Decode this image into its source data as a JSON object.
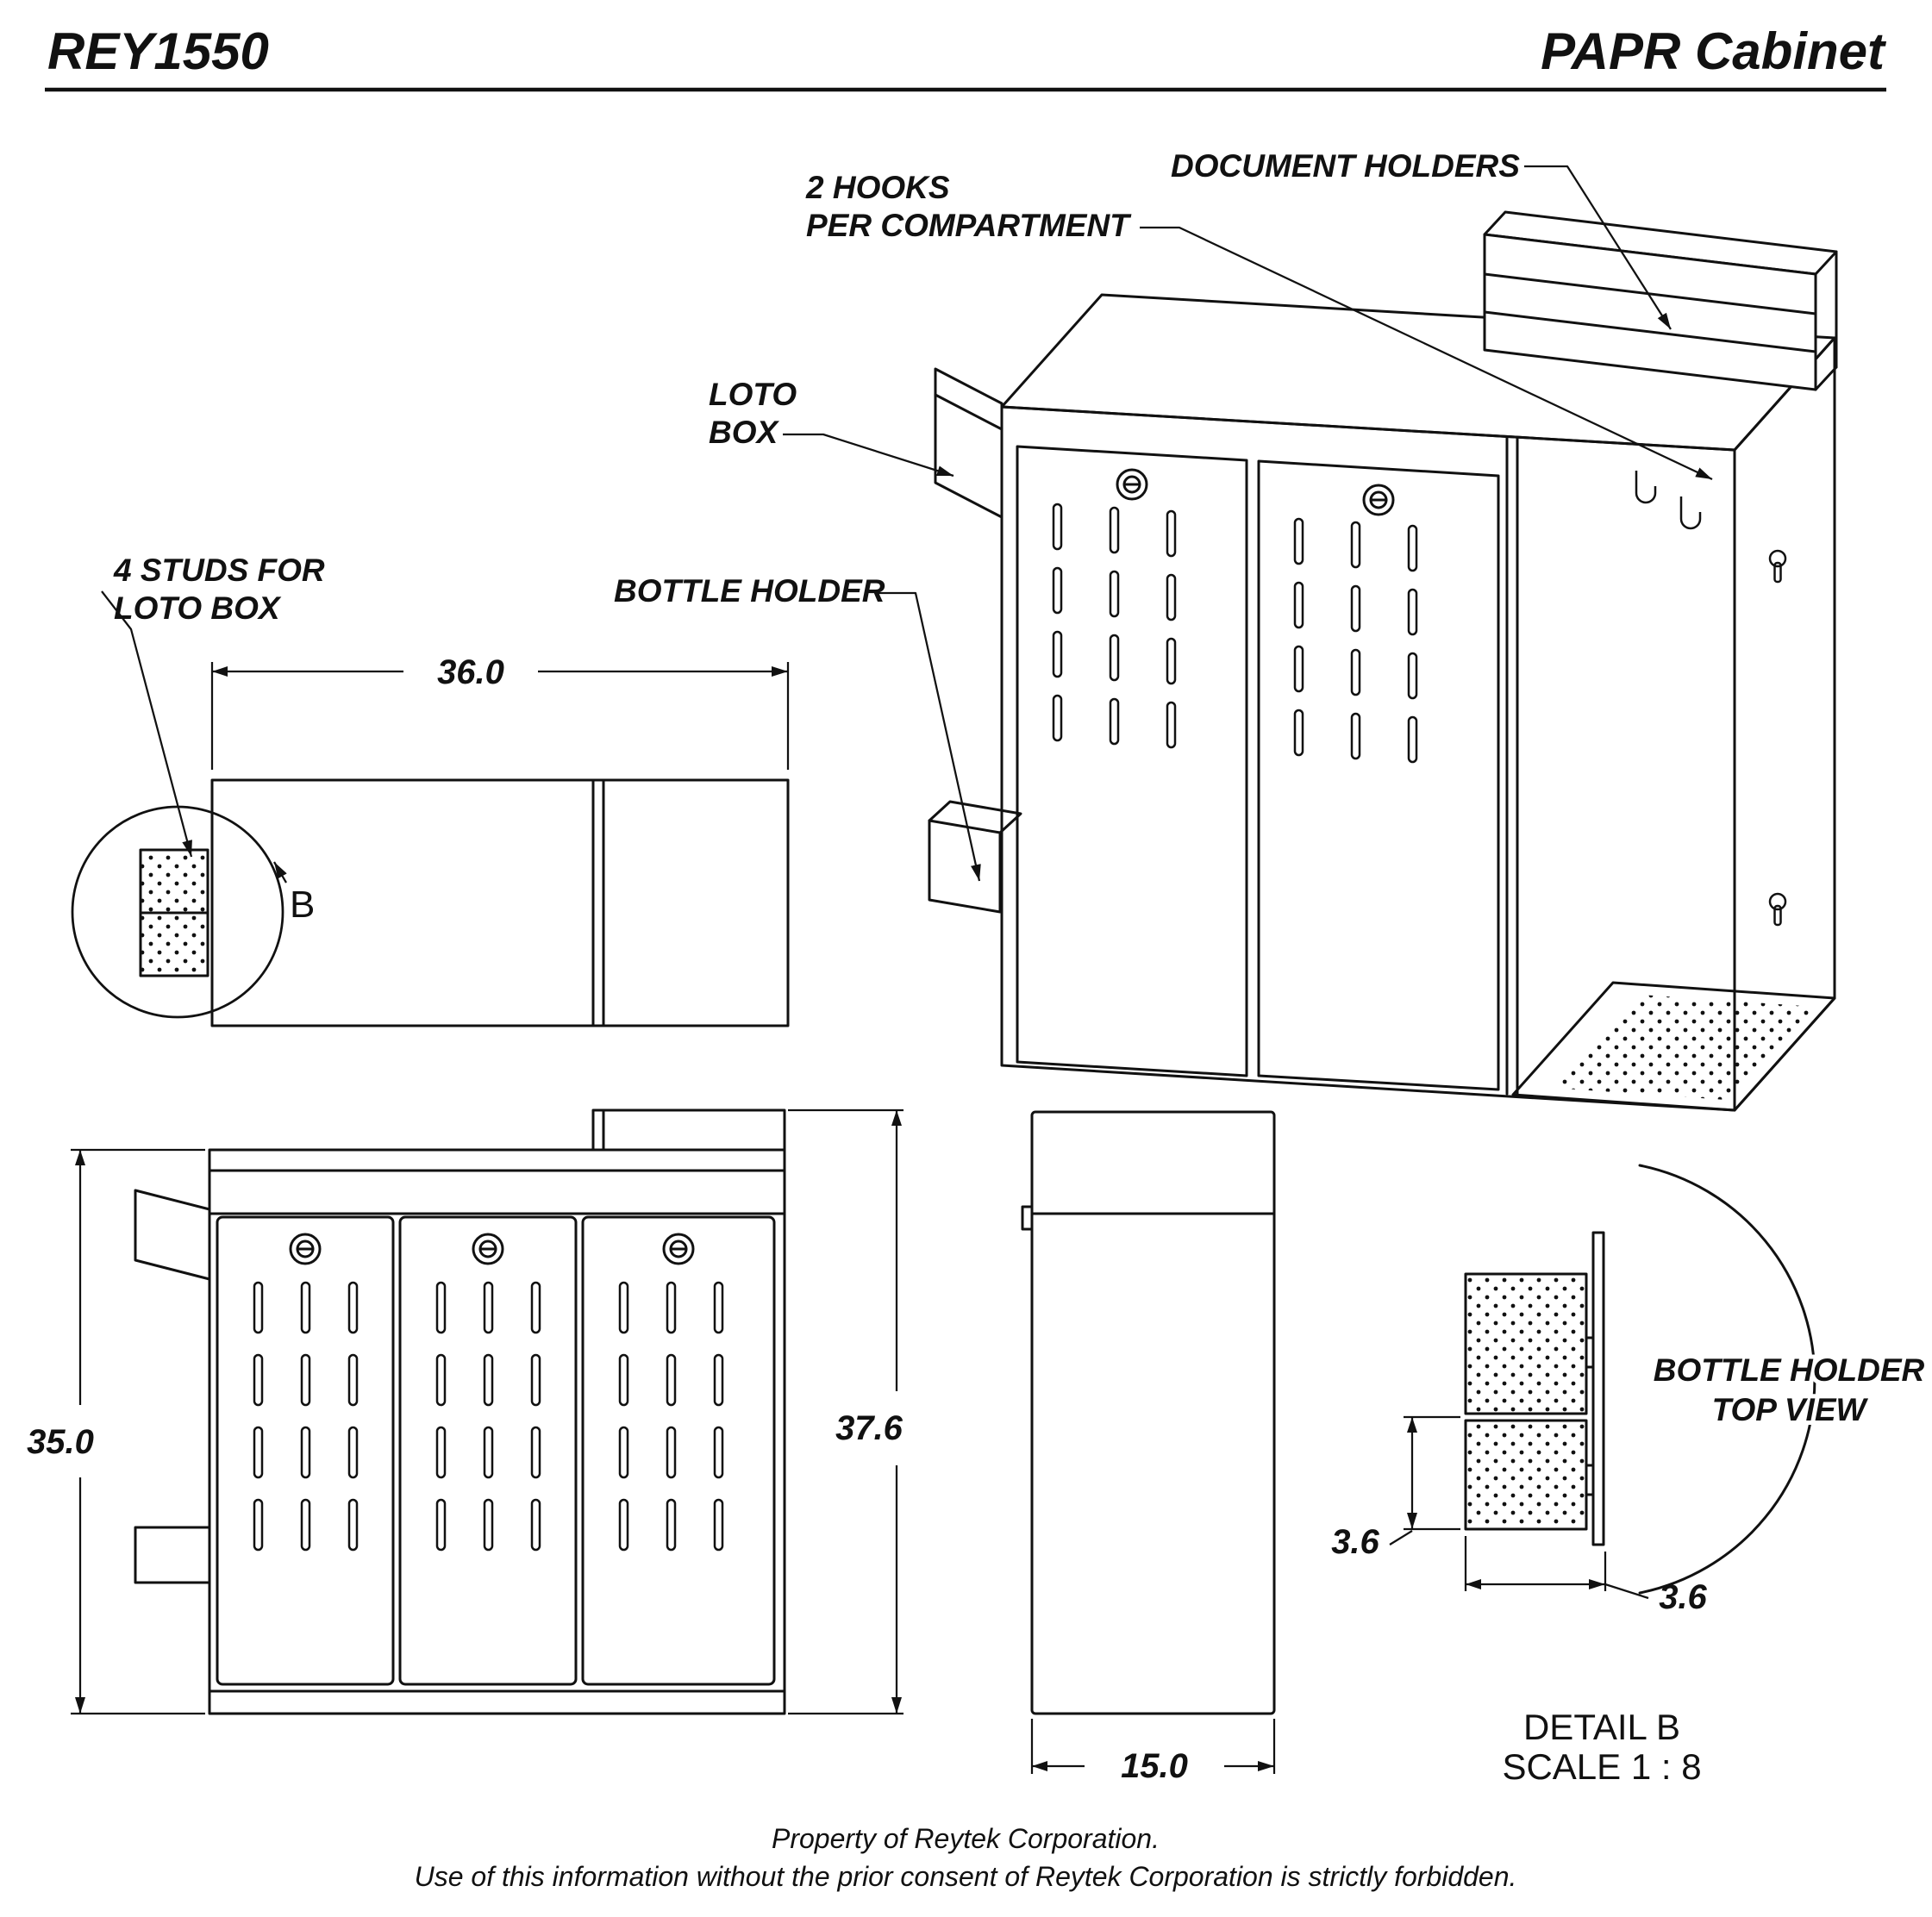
{
  "header": {
    "model": "REY1550",
    "title": "PAPR Cabinet"
  },
  "callouts": {
    "document_holders": "DOCUMENT HOLDERS",
    "hooks_line1": "2 HOOKS",
    "hooks_line2": "PER COMPARTMENT",
    "loto_line1": "LOTO",
    "loto_line2": "BOX",
    "bottle_holder": "BOTTLE HOLDER",
    "studs_line1": "4 STUDS FOR",
    "studs_line2": "LOTO BOX"
  },
  "dimensions": {
    "top_width": "36.0",
    "front_height": "35.0",
    "overall_height": "37.6",
    "side_depth": "15.0",
    "detail_height": "3.6",
    "detail_width": "3.6"
  },
  "detail_b": {
    "marker": "B",
    "callout_line1": "BOTTLE HOLDER",
    "callout_line2": "TOP VIEW",
    "title": "DETAIL B",
    "scale": "SCALE 1 : 8"
  },
  "footer": {
    "line1": "Property of Reytek Corporation.",
    "line2": "Use of this information without the prior consent of Reytek Corporation is strictly forbidden."
  },
  "colors": {
    "ink": "#111111",
    "paper": "#ffffff"
  }
}
